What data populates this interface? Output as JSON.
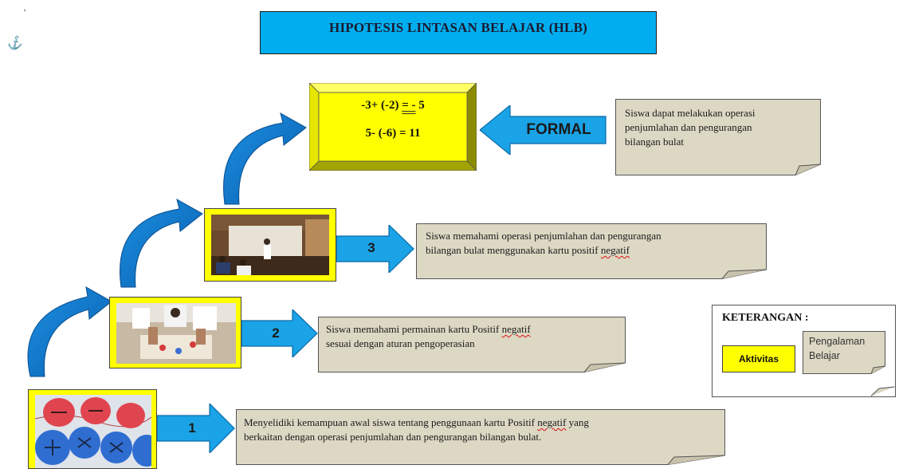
{
  "title": "HIPOTESIS LINTASAN BELAJAR (HLB)",
  "formal": {
    "eq1_left": "-3+ (-2) ",
    "eq1_mid": "= -",
    "eq1_right": " 5",
    "eq2": "5- (-6) = 11",
    "arrow_label": "FORMAL",
    "note_line1": "Siswa dapat melakukan operasi",
    "note_line2": "penjumlahan dan pengurangan",
    "note_line3": "bilangan bulat"
  },
  "steps": [
    {
      "number": "1",
      "note_line1_a": "Menyelidiki kemampuan awal siswa tentang penggunaan kartu Positif ",
      "note_line1_b": "negatif",
      "note_line1_c": "  yang",
      "note_line2": "berkaitan dengan operasi penjumlahan dan pengurangan bilangan bulat."
    },
    {
      "number": "2",
      "note_line1_a": "Siswa memahami permainan kartu Positif ",
      "note_line1_b": "negatif",
      "note_line2": "sesuai dengan aturan pengoperasian"
    },
    {
      "number": "3",
      "note_line1": "Siswa memahami operasi penjumlahan dan pengurangan",
      "note_line2_a": "bilangan bulat  menggunakan kartu positif ",
      "note_line2_b": "negatif"
    }
  ],
  "legend": {
    "title": "KETERANGAN :",
    "activity": "Aktivitas",
    "experience_line1": "Pengalaman",
    "experience_line2": "Belajar"
  },
  "colors": {
    "title_blue": "#00aeef",
    "arrow_blue": "#1aa3e6",
    "frame_yellow": "#ffff00",
    "note_fill": "#ddd8c4"
  }
}
